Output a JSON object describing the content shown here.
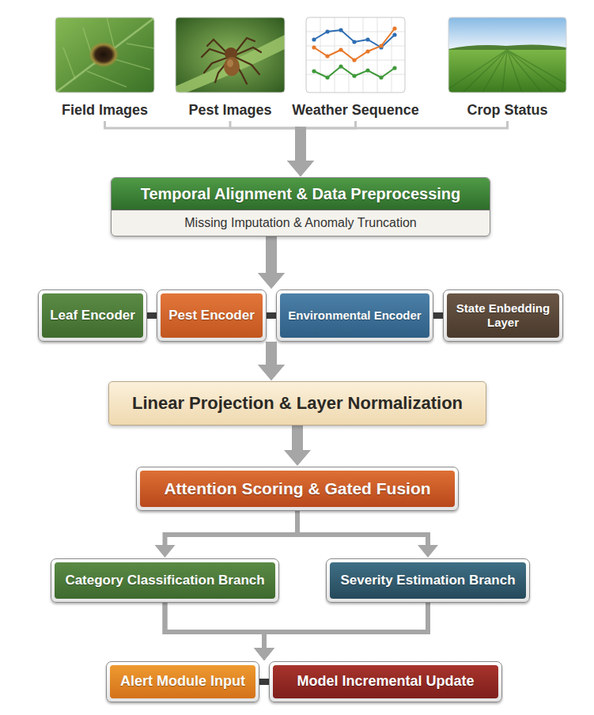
{
  "diagram": {
    "nodes": [
      {
        "text": [
          "Field Images"
        ]
      },
      {
        "text": [
          "Pest Images"
        ]
      },
      {
        "text": [
          "Weather Sequence"
        ]
      },
      {
        "text": [
          "Crop Status"
        ]
      },
      {
        "text": [
          "Temporal Alignment & Data Preprocessing",
          "Missing Imputation & Anomaly Truncation"
        ]
      },
      {
        "text": [
          "Leaf Encoder"
        ]
      },
      {
        "text": [
          "Pest Encoder"
        ]
      },
      {
        "text": [
          "Environmental Encoder"
        ]
      },
      {
        "text": [
          "State Enbedding Layer"
        ]
      },
      {
        "text": [
          "Linear Projection & Layer Normalization"
        ]
      },
      {
        "text": [
          "Attention Scoring & Gated Fusion"
        ]
      },
      {
        "text": [
          "Category Classification Branch"
        ]
      },
      {
        "text": [
          "Severity Estimation Branch"
        ]
      },
      {
        "text": [
          "Alert Module Input"
        ]
      },
      {
        "text": [
          "Model Incremental Update"
        ]
      }
    ],
    "edges": [
      {
        "from": 0,
        "to": 4,
        "arrow": "to"
      },
      {
        "from": 1,
        "to": 4,
        "arrow": "to"
      },
      {
        "from": 2,
        "to": 4,
        "arrow": "to"
      },
      {
        "from": 3,
        "to": 4,
        "arrow": "to"
      },
      {
        "from": 4,
        "to": 6,
        "arrow": "to"
      },
      {
        "from": 4,
        "to": 7,
        "arrow": "to"
      },
      {
        "from": 5,
        "to": 6,
        "arrow": "none"
      },
      {
        "from": 6,
        "to": 7,
        "arrow": "none"
      },
      {
        "from": 7,
        "to": 8,
        "arrow": "none"
      },
      {
        "from": 6,
        "to": 9,
        "arrow": "to"
      },
      {
        "from": 7,
        "to": 9,
        "arrow": "to"
      },
      {
        "from": 9,
        "to": 10,
        "arrow": "to"
      },
      {
        "from": 10,
        "to": 11,
        "arrow": "to"
      },
      {
        "from": 10,
        "to": 12,
        "arrow": "to"
      },
      {
        "from": 11,
        "to": 13,
        "arrow": "to"
      },
      {
        "from": 11,
        "to": 14,
        "arrow": "to"
      },
      {
        "from": 12,
        "to": 13,
        "arrow": "to"
      },
      {
        "from": 12,
        "to": 14,
        "arrow": "to"
      },
      {
        "from": 13,
        "to": 14,
        "arrow": "none"
      }
    ]
  }
}
